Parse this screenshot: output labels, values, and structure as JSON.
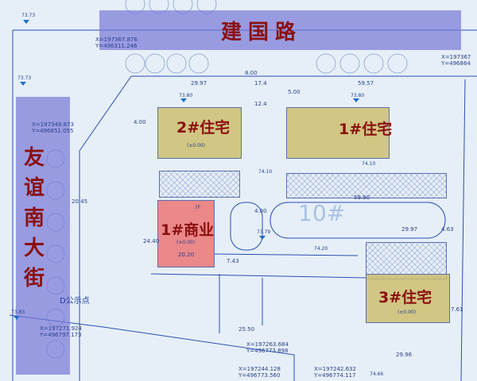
{
  "roads": {
    "north": "建国路",
    "west": [
      "友",
      "谊",
      "南",
      "大",
      "街"
    ]
  },
  "buildings": {
    "residential_2": {
      "label": "2#住宅",
      "elev": "(±0.00)"
    },
    "residential_1": {
      "label": "1#住宅"
    },
    "commercial_1": {
      "label": "1#商业",
      "elev": "(±0.00)",
      "width": "20.20",
      "floors": "7F"
    },
    "residential_3": {
      "label": "3#住宅",
      "elev": "(±0.00)"
    },
    "building_10": {
      "label": "10#"
    }
  },
  "public_point": "D公示点",
  "dimensions": [
    "29.97",
    "17.4",
    "59.57",
    "8.00",
    "5.00",
    "4.00",
    "20.45",
    "24.40",
    "7.43",
    "59.90",
    "29.97",
    "4.63",
    "29.96",
    "25.50",
    "7.61",
    "12.4",
    "4.00"
  ],
  "elevations": [
    "73.73",
    "73.73",
    "73.80",
    "73.80",
    "74.10",
    "74.10",
    "74.20",
    "73.83",
    "73.79",
    "74.66"
  ],
  "coordinates": [
    {
      "x": "X=197367.876",
      "y": "Y=496311.246"
    },
    {
      "x": "X=197349.873",
      "y": "Y=496851.055"
    },
    {
      "x": "X=197271.924",
      "y": "Y=496797.173"
    },
    {
      "x": "X=197263.684",
      "y": "Y=496773.898"
    },
    {
      "x": "X=197244.128",
      "y": "Y=496773.560"
    },
    {
      "x": "X=197242.632",
      "y": "Y=496774.117"
    },
    {
      "x": "X=197367",
      "y": "Y=496864"
    }
  ],
  "colors": {
    "road": "#7878d7",
    "residential": "#cdbe6e",
    "commercial": "#eb6e6e",
    "label": "#8b1010",
    "line": "#1f4fb0"
  }
}
